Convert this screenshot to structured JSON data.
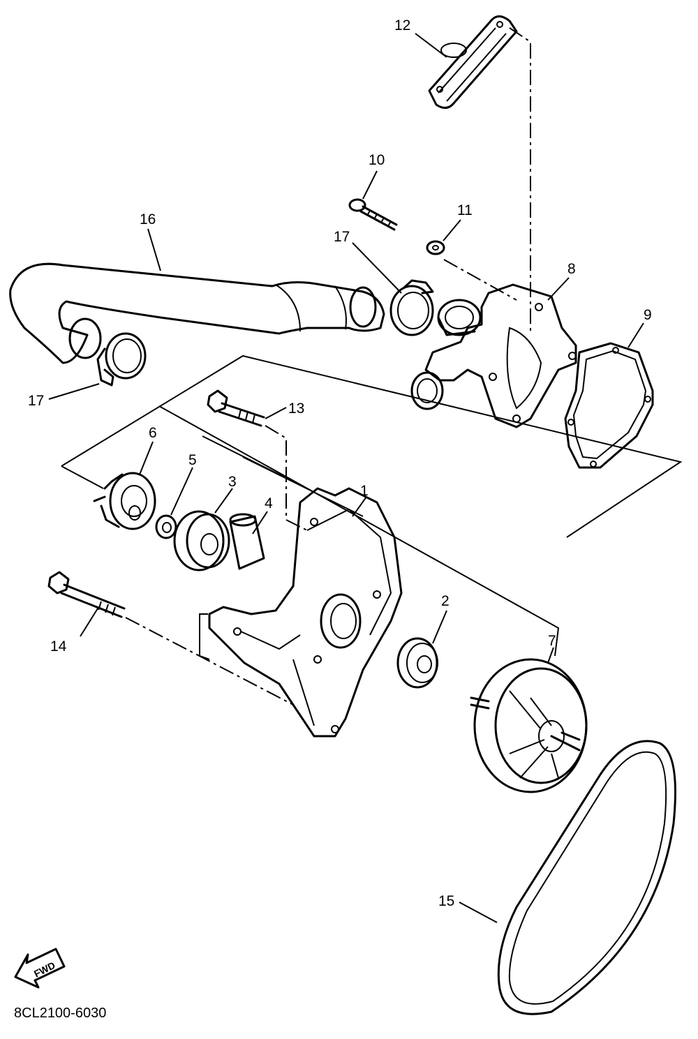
{
  "callouts": [
    {
      "id": "1",
      "label": "1"
    },
    {
      "id": "2",
      "label": "2"
    },
    {
      "id": "3",
      "label": "3"
    },
    {
      "id": "4",
      "label": "4"
    },
    {
      "id": "5",
      "label": "5"
    },
    {
      "id": "6",
      "label": "6"
    },
    {
      "id": "7",
      "label": "7"
    },
    {
      "id": "8",
      "label": "8"
    },
    {
      "id": "9",
      "label": "9"
    },
    {
      "id": "10",
      "label": "10"
    },
    {
      "id": "11",
      "label": "11"
    },
    {
      "id": "12",
      "label": "12"
    },
    {
      "id": "13",
      "label": "13"
    },
    {
      "id": "14",
      "label": "14"
    },
    {
      "id": "15",
      "label": "15"
    },
    {
      "id": "16",
      "label": "16"
    },
    {
      "id": "17a",
      "label": "17"
    },
    {
      "id": "17b",
      "label": "17"
    }
  ],
  "fwd_arrow": {
    "label": "FWD"
  },
  "diagram_code": "8CL2100-6030"
}
